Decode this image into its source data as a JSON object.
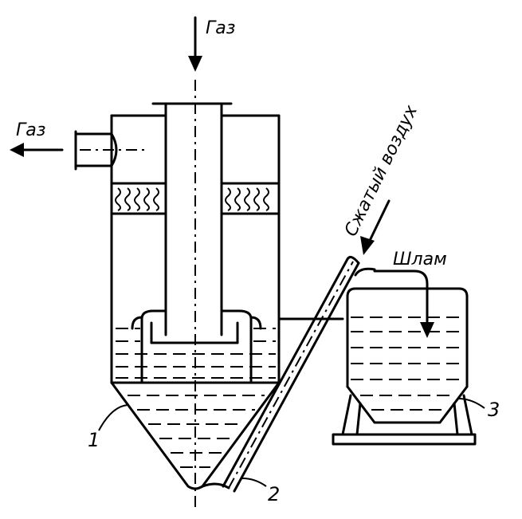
{
  "labels": {
    "gas_in": "Газ",
    "gas_out": "Газ",
    "compressed_air": "Сжатый воздух",
    "sludge": "Шлам",
    "n1": "1",
    "n2": "2",
    "n3": "3"
  },
  "colors": {
    "line": "#000000",
    "background": "#ffffff"
  }
}
